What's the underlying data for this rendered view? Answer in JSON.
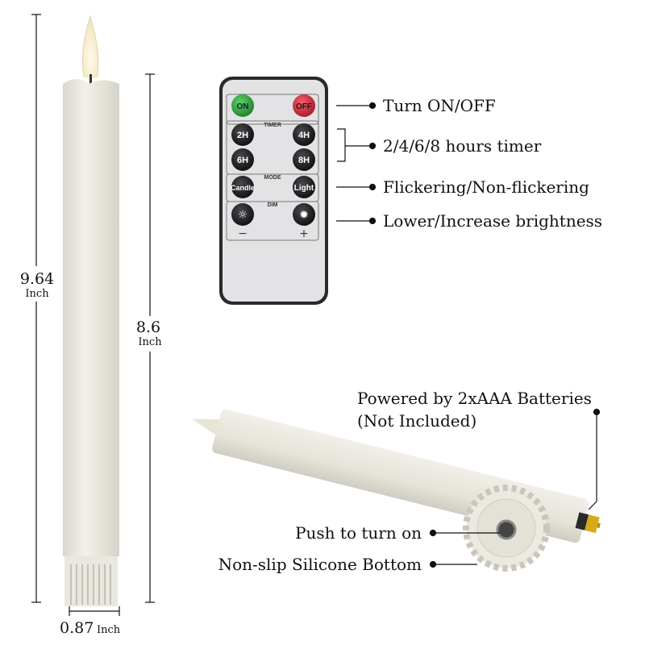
{
  "dimensions": {
    "total_height": "9.64",
    "body_height": "8.6",
    "diameter": "0.87",
    "unit": "Inch"
  },
  "remote": {
    "buttons": {
      "on": "ON",
      "off": "OFF",
      "timer_2h": "2H",
      "timer_4h": "4H",
      "timer_6h": "6H",
      "timer_8h": "8H",
      "candle": "Candle",
      "light": "Light",
      "minus": "−",
      "plus": "+"
    },
    "sections": {
      "timer": "TIMER",
      "mode": "MODE",
      "dim": "DIM"
    },
    "colors": {
      "on": "#2e9a3c",
      "off": "#d2283a",
      "button": "#1c1c1e",
      "body": "#e3e3e5"
    }
  },
  "callouts": {
    "on_off": "Turn ON/OFF",
    "timer": "2/4/6/8 hours timer",
    "mode": "Flickering/Non-flickering",
    "dim": "Lower/Increase brightness",
    "battery_line1": "Powered by 2xAAA Batteries",
    "battery_line2": "(Not Included)",
    "push": "Push to turn on",
    "bottom": "Non-slip Silicone Bottom"
  }
}
